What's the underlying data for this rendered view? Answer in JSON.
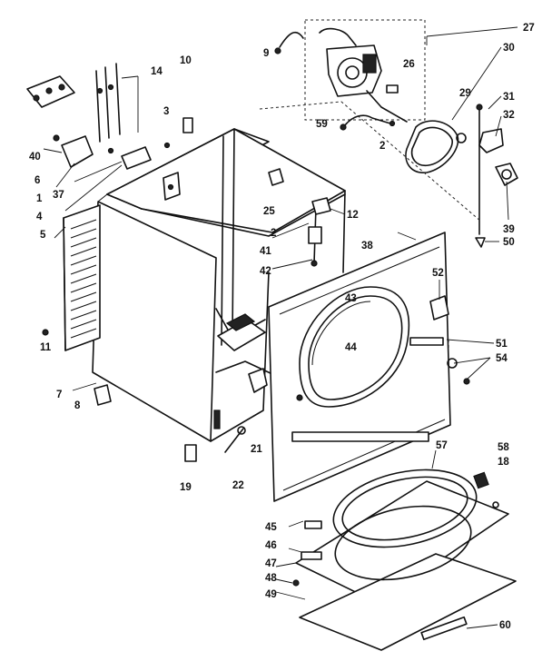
{
  "diagram": {
    "callouts": {
      "c1": "1",
      "c2a": "2",
      "c2b": "2",
      "c3": "3",
      "c4": "4",
      "c5": "5",
      "c6": "6",
      "c7": "7",
      "c8": "8",
      "c9": "9",
      "c10": "10",
      "c11": "11",
      "c12": "12",
      "c14": "14",
      "c18": "18",
      "c19": "19",
      "c21": "21",
      "c22": "22",
      "c25": "25",
      "c26": "26",
      "c27": "27",
      "c29": "29",
      "c30": "30",
      "c31": "31",
      "c32": "32",
      "c37": "37",
      "c38": "38",
      "c39": "39",
      "c40": "40",
      "c41": "41",
      "c42": "42",
      "c43": "43",
      "c44": "44",
      "c45": "45",
      "c46": "46",
      "c47": "47",
      "c48": "48",
      "c49": "49",
      "c50": "50",
      "c51": "51",
      "c52": "52",
      "c54": "54",
      "c57": "57",
      "c58": "58",
      "c59": "59",
      "c60": "60"
    }
  }
}
